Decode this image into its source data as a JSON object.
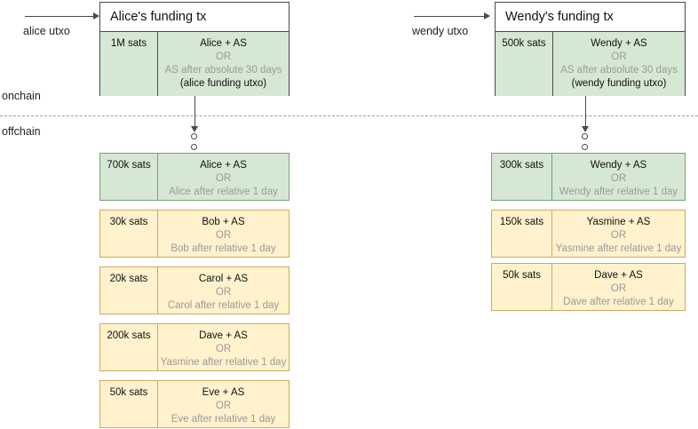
{
  "labels": {
    "onchain": "onchain",
    "offchain": "offchain",
    "alice_utxo": "alice utxo",
    "wendy_utxo": "wendy utxo"
  },
  "columns": [
    {
      "id": "alice",
      "funding_tx": {
        "title": "Alice's funding tx",
        "output": {
          "amount": "1M sats",
          "line1": "Alice + AS",
          "line2": "OR",
          "line3": "AS after absolute 30 days",
          "line4": "(alice funding utxo)"
        }
      },
      "input_label": "alice utxo",
      "offchain_outputs": [
        {
          "amount": "700k sats",
          "line1": "Alice + AS",
          "line2": "OR",
          "line3": "Alice after relative 1 day",
          "color": "green"
        },
        {
          "amount": "30k sats",
          "line1": "Bob + AS",
          "line2": "OR",
          "line3": "Bob after relative 1 day",
          "color": "yellow"
        },
        {
          "amount": "20k sats",
          "line1": "Carol + AS",
          "line2": "OR",
          "line3": "Carol after relative 1 day",
          "color": "yellow"
        },
        {
          "amount": "200k sats",
          "line1": "Dave + AS",
          "line2": "OR",
          "line3": "Yasmine after relative 1 day",
          "color": "yellow"
        },
        {
          "amount": "50k sats",
          "line1": "Eve + AS",
          "line2": "OR",
          "line3": "Eve after relative 1 day",
          "color": "yellow"
        }
      ]
    },
    {
      "id": "wendy",
      "funding_tx": {
        "title": "Wendy's funding tx",
        "output": {
          "amount": "500k sats",
          "line1": "Wendy + AS",
          "line2": "OR",
          "line3": "AS after absolute 30 days",
          "line4": "(wendy funding utxo)"
        }
      },
      "input_label": "wendy utxo",
      "offchain_outputs": [
        {
          "amount": "300k sats",
          "line1": "Wendy + AS",
          "line2": "OR",
          "line3": "Wendy after relative 1 day",
          "color": "green"
        },
        {
          "amount": "150k sats",
          "line1": "Yasmine + AS",
          "line2": "OR",
          "line3": "Yasmine after relative 1 day",
          "color": "yellow"
        },
        {
          "amount": "50k sats",
          "line1": "Dave + AS",
          "line2": "OR",
          "line3": "Dave after relative 1 day",
          "color": "yellow"
        }
      ]
    }
  ],
  "colors": {
    "green_fill": "#d5e8d4",
    "green_stroke": "#7e9b7c",
    "yellow_fill": "#fff2cc",
    "yellow_stroke": "#c9ab5d",
    "line": "#4a4a4a",
    "muted_text": "#9a9a9a"
  }
}
